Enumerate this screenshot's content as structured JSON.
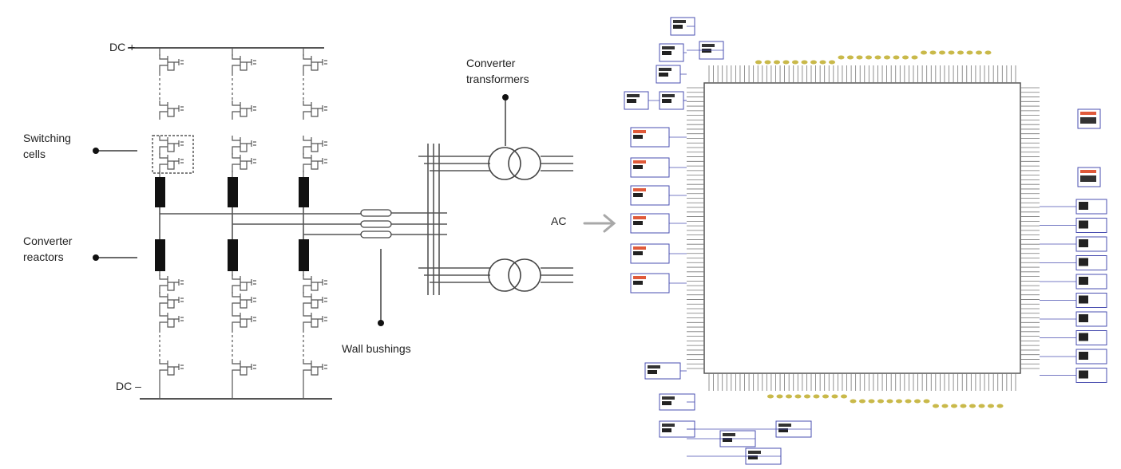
{
  "labels": {
    "dc_plus": "DC +",
    "dc_minus": "DC –",
    "switching_cells": [
      "Switching",
      "cells"
    ],
    "converter_reactors": [
      "Converter",
      "reactors"
    ],
    "converter_transformers": [
      "Converter",
      "transformers"
    ],
    "wall_bushings": "Wall bushings",
    "ac": "AC"
  },
  "colors": {
    "line": "#555555",
    "reactor": "#111111",
    "arrow": "#a8a8a8",
    "schematic_wire": "#4a4fb0",
    "schematic_pin": "#777777",
    "schematic_pad": "#c9b94a",
    "schematic_block_accent": "#e05a3a"
  },
  "schematic": {
    "left_pin_count": 62,
    "right_pin_count": 62,
    "top_pin_count": 70,
    "bottom_pin_count": 70,
    "left_blocks": 7,
    "right_blocks": 12
  }
}
